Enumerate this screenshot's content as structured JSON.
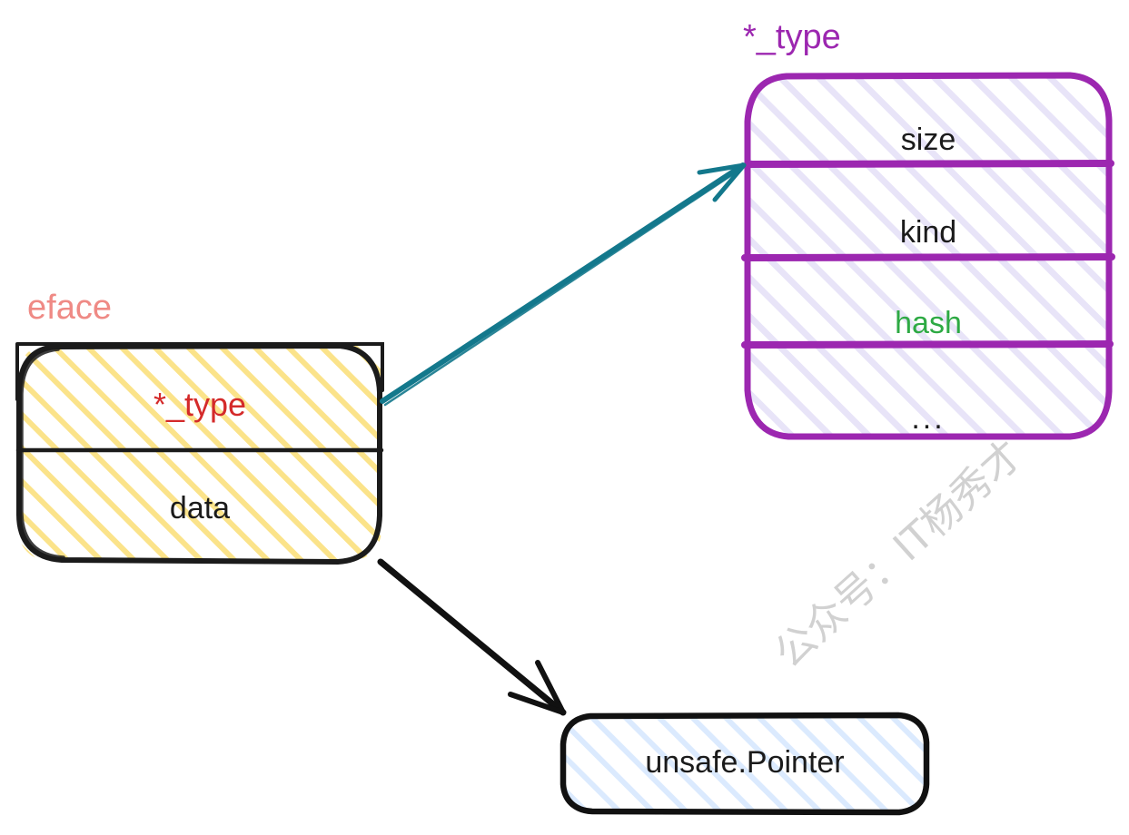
{
  "diagram": {
    "title_labels": {
      "eface": {
        "text": "eface",
        "color": "#ef8a85"
      },
      "type": {
        "text": "*_type",
        "color": "#9c27b0"
      }
    },
    "boxes": [
      {
        "id": "eface-box",
        "label": "eface",
        "border_color": "#1b1b1b",
        "hatch_color": "#fbe38a",
        "rows": [
          {
            "name": "type-pointer",
            "text": "*_type",
            "color": "#d42a2a"
          },
          {
            "name": "data",
            "text": "data",
            "color": "#1b1b1b"
          }
        ]
      },
      {
        "id": "type-box",
        "label": "*_type",
        "border_color": "#9c27b0",
        "hatch_color": "#e8e4f8",
        "rows": [
          {
            "name": "size",
            "text": "size",
            "color": "#1b1b1b"
          },
          {
            "name": "kind",
            "text": "kind",
            "color": "#1b1b1b"
          },
          {
            "name": "hash",
            "text": "hash",
            "color": "#2eaa44"
          },
          {
            "name": "ellipsis",
            "text": "...",
            "color": "#1b1b1b"
          }
        ]
      },
      {
        "id": "unsafe-pointer-box",
        "label": "unsafe.Pointer",
        "border_color": "#1b1b1b",
        "hatch_color": "#dbeafe",
        "rows": [
          {
            "name": "unsafe-pointer",
            "text": "unsafe.Pointer",
            "color": "#1b1b1b"
          }
        ]
      }
    ],
    "arrows": [
      {
        "id": "type-arrow",
        "from": "eface.*_type",
        "to": "*_type box",
        "color": "#13788c"
      },
      {
        "id": "data-arrow",
        "from": "eface.data",
        "to": "unsafe.Pointer box",
        "color": "#111111"
      }
    ],
    "watermark": {
      "text": "公众号：IT杨秀才",
      "color": "#c9c9c9"
    }
  }
}
